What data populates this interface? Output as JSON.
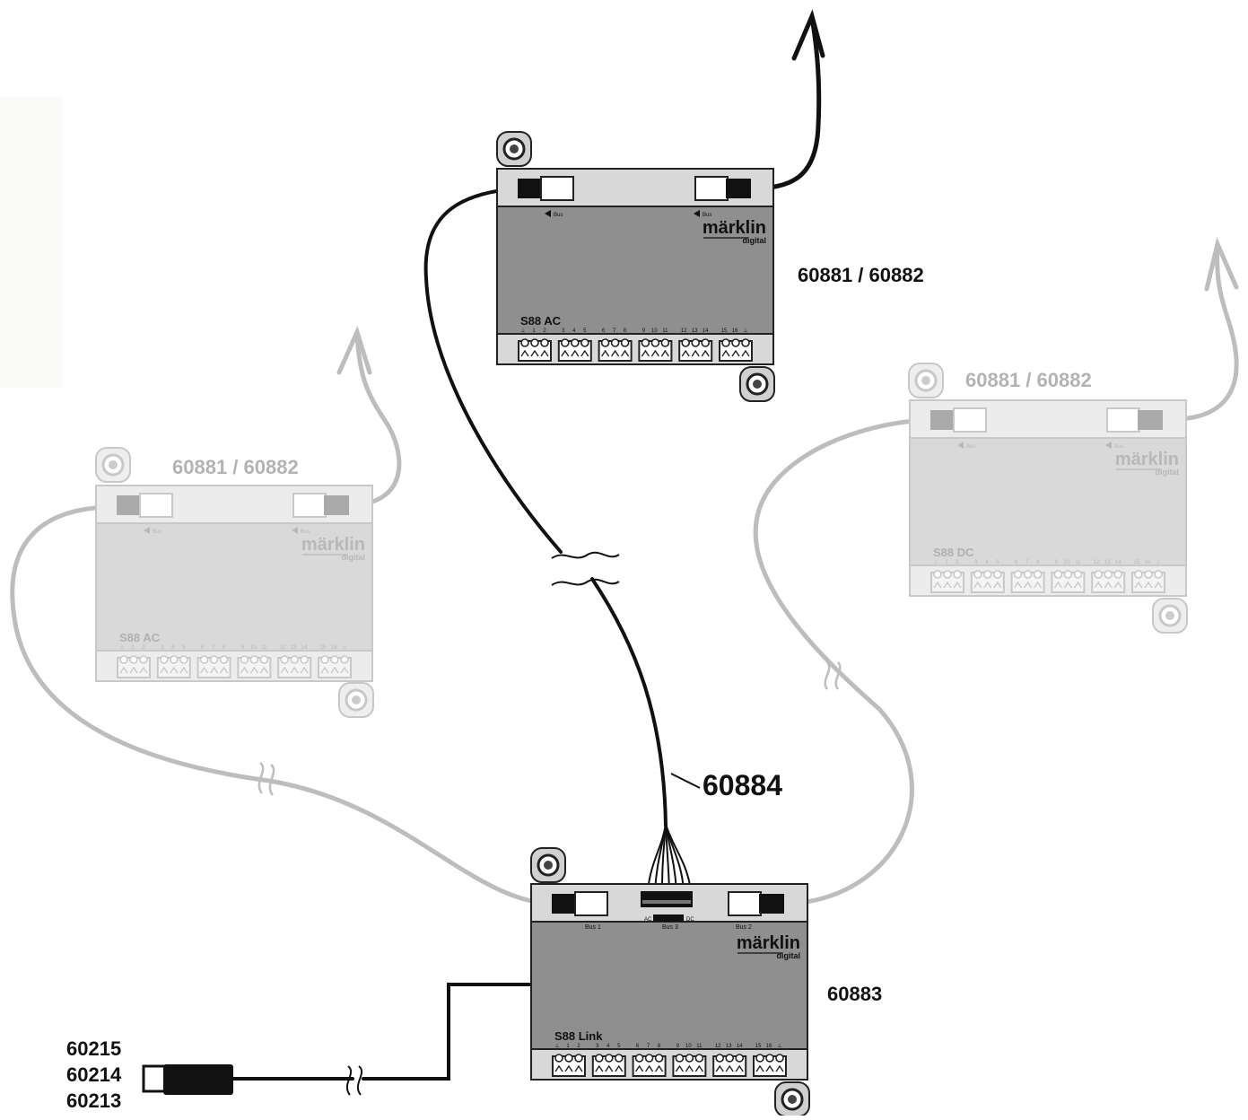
{
  "colors": {
    "dark_body": "#8f8f8f",
    "dark_strip": "#d8d8d8",
    "dark_wire": "#111111",
    "ghost_body": "#d9d9d9",
    "ghost_strip": "#ececec",
    "ghost_wire": "#bdbdbd",
    "ghost_text": "#b3b3b3",
    "ghost_side_panel": "#fafaf7"
  },
  "labels": {
    "top_part": "60881 / 60882",
    "left_part": "60881 / 60882",
    "right_part": "60881 / 60882",
    "cable_part": "60884",
    "link_part": "60883",
    "power_parts": [
      "60215",
      "60214",
      "60213"
    ]
  },
  "modules": {
    "top": {
      "name": "S88 AC",
      "brand": "märklin",
      "brand_sub": "digital",
      "bus_left": "Bus",
      "bus_right": "Bus",
      "pins": [
        "⊥",
        "1",
        "2",
        "3",
        "4",
        "5",
        "6",
        "7",
        "8",
        "9",
        "10",
        "11",
        "12",
        "13",
        "14",
        "15",
        "16",
        "⊥"
      ]
    },
    "left": {
      "name": "S88 AC",
      "brand": "märklin",
      "brand_sub": "digital",
      "bus_left": "Bus",
      "bus_right": "Bus",
      "pins": [
        "⊥",
        "1",
        "2",
        "3",
        "4",
        "5",
        "6",
        "7",
        "8",
        "9",
        "10",
        "11",
        "12",
        "13",
        "14",
        "15",
        "16",
        "⊥"
      ]
    },
    "right": {
      "name": "S88 DC",
      "brand": "märklin",
      "brand_sub": "digital",
      "bus_left": "Bus",
      "bus_right": "Bus",
      "pins": [
        "⊥",
        "1",
        "2",
        "3",
        "4",
        "5",
        "6",
        "7",
        "8",
        "9",
        "10",
        "11",
        "12",
        "13",
        "14",
        "15",
        "16",
        "⊥"
      ]
    },
    "link": {
      "name": "S88 Link",
      "brand": "märklin",
      "brand_sub": "digital",
      "bus1": "Bus 1",
      "bus2": "Bus 2",
      "bus3": "Bus 3",
      "switch_left": "AC",
      "switch_right": "DC",
      "pins": [
        "⊥",
        "1",
        "2",
        "3",
        "4",
        "5",
        "6",
        "7",
        "8",
        "9",
        "10",
        "11",
        "12",
        "13",
        "14",
        "15",
        "16",
        "⊥"
      ]
    }
  }
}
